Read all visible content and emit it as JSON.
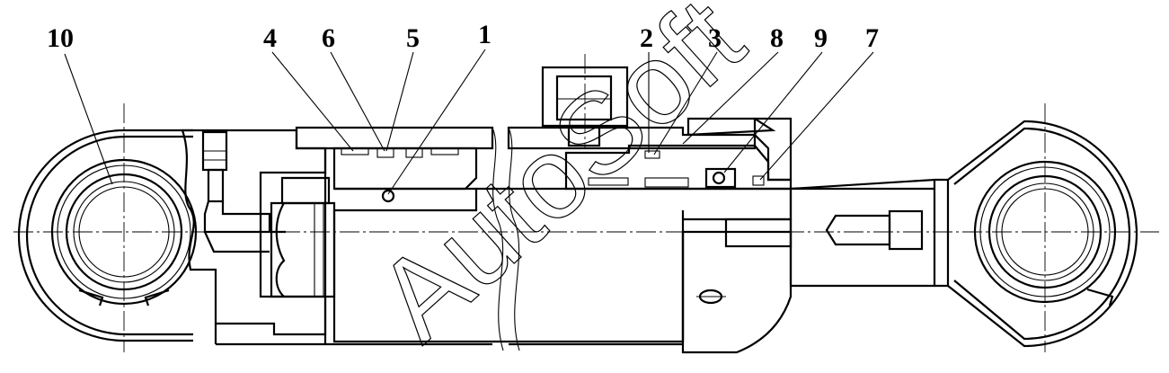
{
  "callouts": [
    {
      "id": "10",
      "text": "10"
    },
    {
      "id": "4",
      "text": "4"
    },
    {
      "id": "6",
      "text": "6"
    },
    {
      "id": "5",
      "text": "5"
    },
    {
      "id": "1",
      "text": "1"
    },
    {
      "id": "2",
      "text": "2"
    },
    {
      "id": "3",
      "text": "3"
    },
    {
      "id": "8",
      "text": "8"
    },
    {
      "id": "9",
      "text": "9"
    },
    {
      "id": "7",
      "text": "7"
    }
  ],
  "watermark": "AutoSoft"
}
